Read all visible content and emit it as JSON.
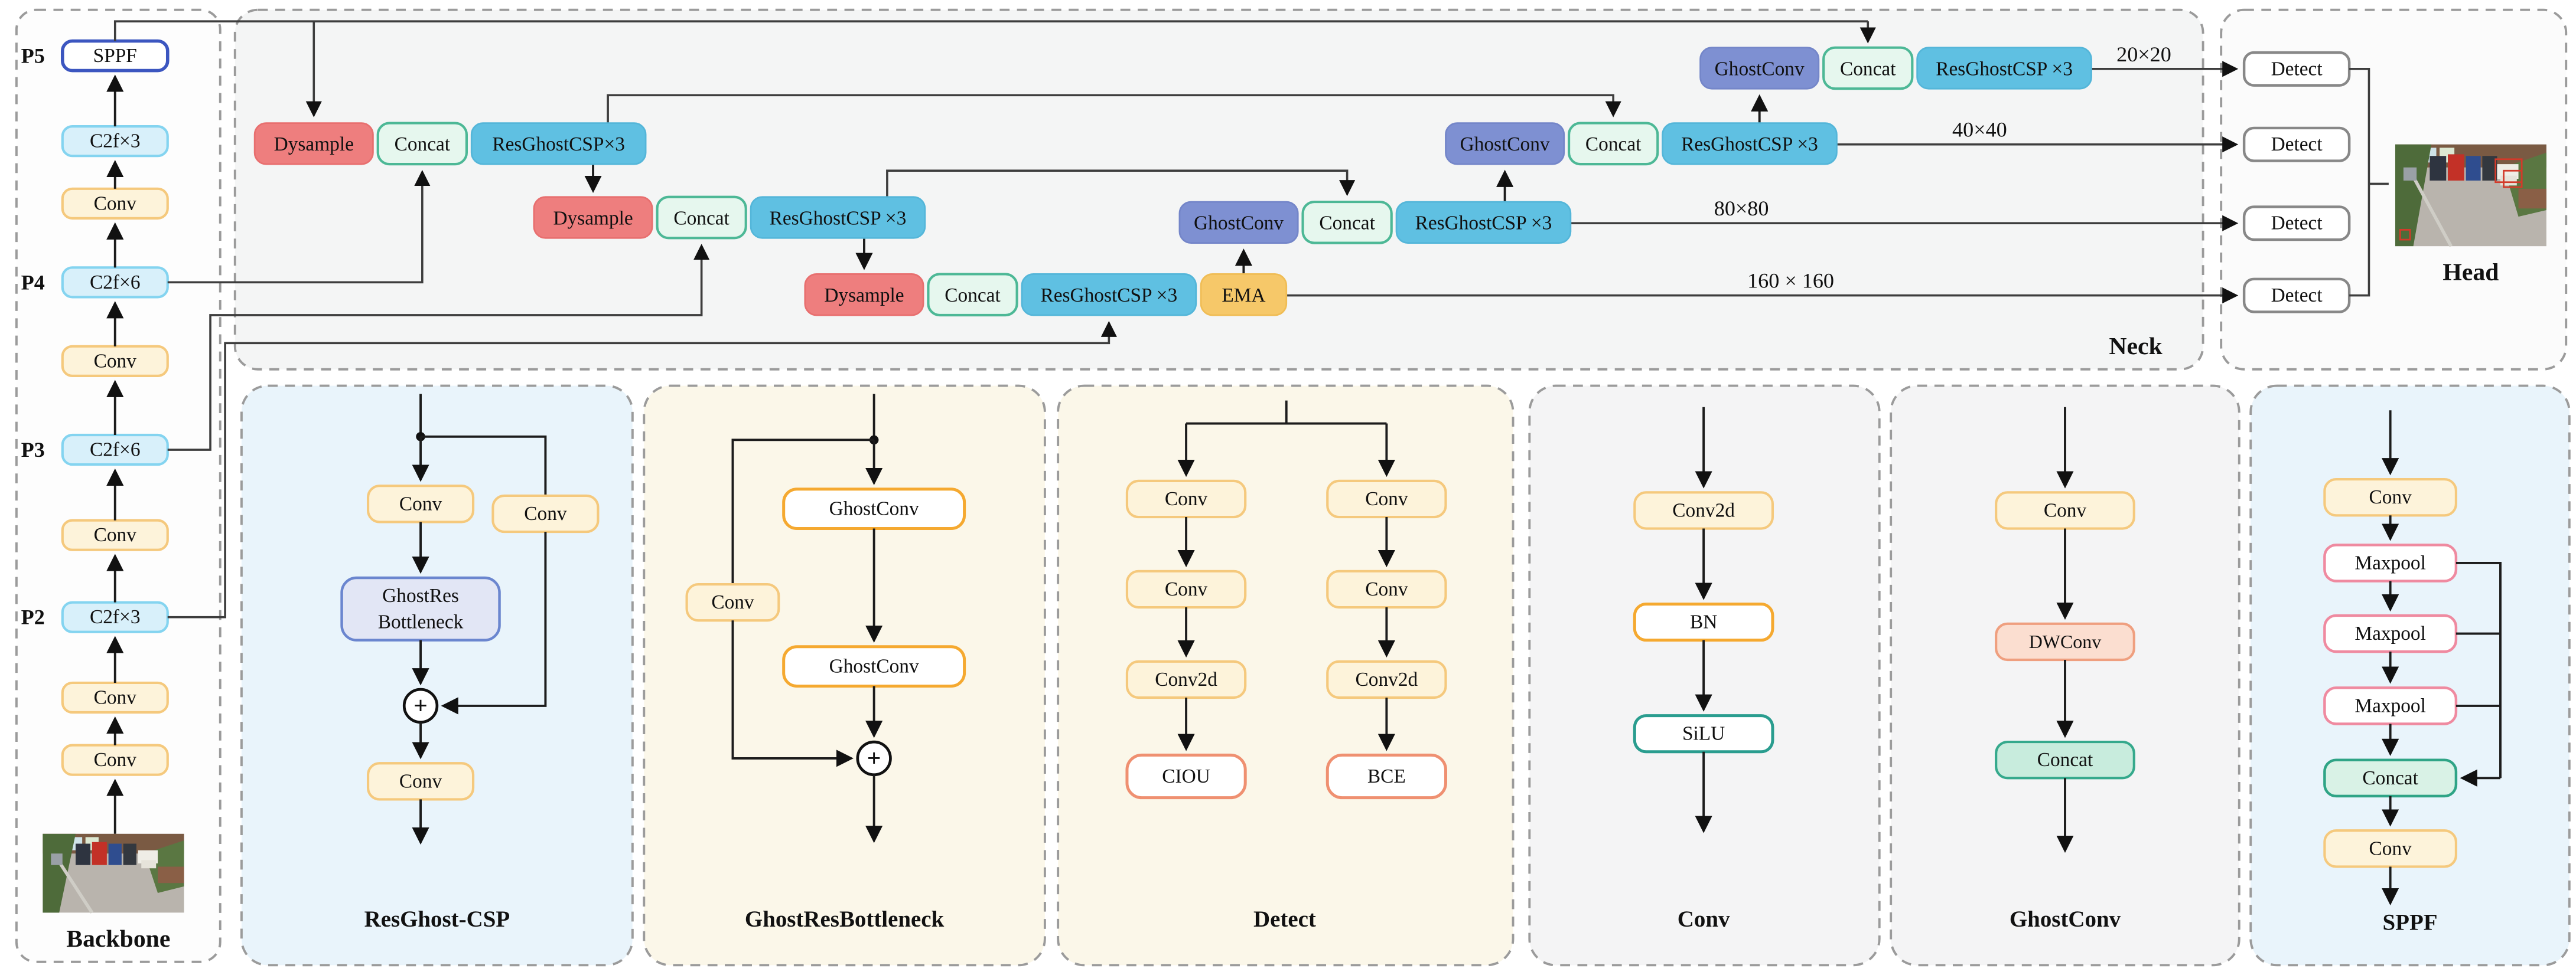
{
  "figure": {
    "type": "neural-network-architecture-diagram",
    "sections": [
      "Backbone",
      "Neck",
      "Head"
    ]
  },
  "backbone": {
    "title": "Backbone",
    "pyramid": [
      "P5",
      "P4",
      "P3",
      "P2"
    ],
    "layers": [
      "SPPF",
      "C2f×3",
      "Conv",
      "C2f×6",
      "Conv",
      "C2f×6",
      "Conv",
      "C2f×3",
      "Conv",
      "Conv"
    ]
  },
  "neck": {
    "title": "Neck",
    "down_rows": [
      {
        "dysample": "Dysample",
        "concat": "Concat",
        "csp": "ResGhostCSP×3"
      },
      {
        "dysample": "Dysample",
        "concat": "Concat",
        "csp": "ResGhostCSP ×3"
      },
      {
        "dysample": "Dysample",
        "concat": "Concat",
        "csp": "ResGhostCSP ×3",
        "ema": "EMA"
      }
    ],
    "up_rows": [
      {
        "ghostconv": "GhostConv",
        "concat": "Concat",
        "csp": "ResGhostCSP ×3"
      },
      {
        "ghostconv": "GhostConv",
        "concat": "Concat",
        "csp": "ResGhostCSP ×3"
      },
      {
        "ghostconv": "GhostConv",
        "concat": "Concat",
        "csp": "ResGhostCSP ×3"
      }
    ],
    "scales": {
      "s20": "20×20",
      "s40": "40×40",
      "s80": "80×80",
      "s160": "160 × 160"
    }
  },
  "head": {
    "title": "Head",
    "detect_labels": [
      "Detect",
      "Detect",
      "Detect",
      "Detect"
    ]
  },
  "panels": {
    "resghost_csp": {
      "title": "ResGhost-CSP",
      "top_conv": "Conv",
      "side_conv": "Conv",
      "bottleneck_line1": "GhostRes",
      "bottleneck_line2": "Bottleneck",
      "out_conv": "Conv",
      "plus": "+"
    },
    "ghost_res_bottleneck": {
      "title": "GhostResBottleneck",
      "ghostconv1": "GhostConv",
      "side_conv": "Conv",
      "ghostconv2": "GhostConv",
      "plus": "+"
    },
    "detect": {
      "title": "Detect",
      "box_branch": [
        "Conv",
        "Conv",
        "Conv2d",
        "CIOU"
      ],
      "cls_branch": [
        "Conv",
        "Conv",
        "Conv2d",
        "BCE"
      ]
    },
    "conv": {
      "title": "Conv",
      "layers": [
        "Conv2d",
        "BN",
        "SiLU"
      ]
    },
    "ghostconv": {
      "title": "GhostConv",
      "layers": [
        "Conv",
        "DWConv",
        "Concat"
      ]
    },
    "sppf": {
      "title": "SPPF",
      "layers": [
        "Conv",
        "Maxpool",
        "Maxpool",
        "Maxpool",
        "Concat",
        "Conv"
      ]
    }
  },
  "colors": {
    "dysample": "#ee7e7e",
    "concat": "#e6f7ee",
    "resghostcsp": "#5fc0e2",
    "ghostconv": "#7e90d2",
    "ema": "#f6c869",
    "conv": "#fdf3da",
    "c2f": "#d8f0fa",
    "sppf_border": "#3c56c0",
    "panel_blue": "#e9f4fb",
    "panel_cream": "#fbf7e9",
    "panel_gray": "#f4f4f5",
    "detection_box": "#d23a2a"
  }
}
